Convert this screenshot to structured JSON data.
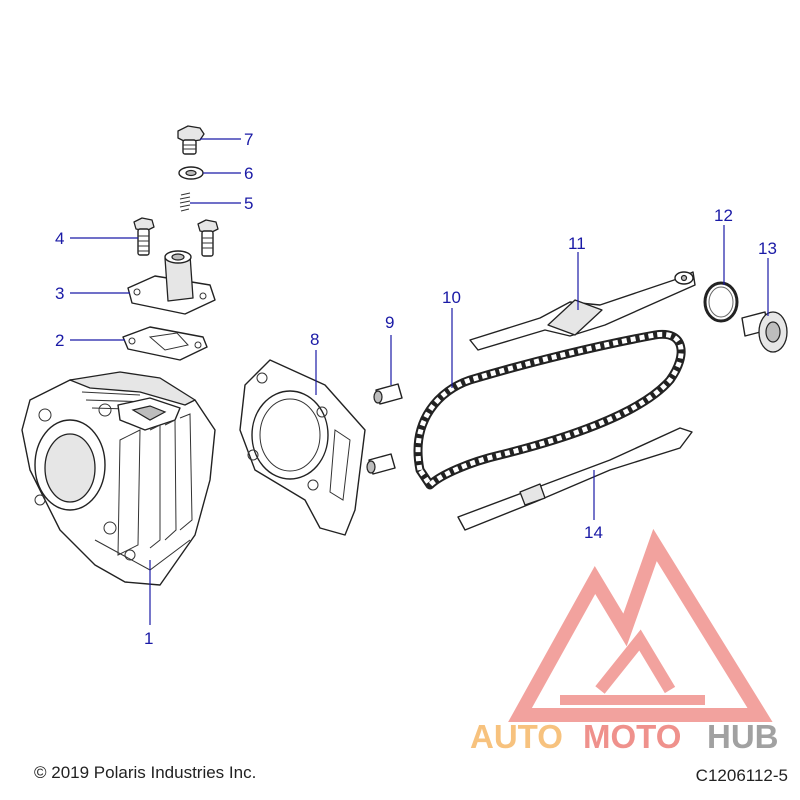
{
  "callouts": [
    {
      "label": "1"
    },
    {
      "label": "2"
    },
    {
      "label": "3"
    },
    {
      "label": "4"
    },
    {
      "label": "5"
    },
    {
      "label": "6"
    },
    {
      "label": "7"
    },
    {
      "label": "8"
    },
    {
      "label": "9"
    },
    {
      "label": "10"
    },
    {
      "label": "11"
    },
    {
      "label": "12"
    },
    {
      "label": "13"
    },
    {
      "label": "14"
    }
  ],
  "footer": {
    "copyright": "© 2019 Polaris Industries Inc.",
    "drawing_id": "C1206112-5"
  },
  "watermark": {
    "part1": "AUTO",
    "part2": "MOTO",
    "part3": "HUB"
  },
  "colors": {
    "callout": "#1a1aa6",
    "watermark_red": "#e8574f",
    "watermark_orange": "#f3a23a",
    "watermark_gray": "#6f6f6f"
  }
}
